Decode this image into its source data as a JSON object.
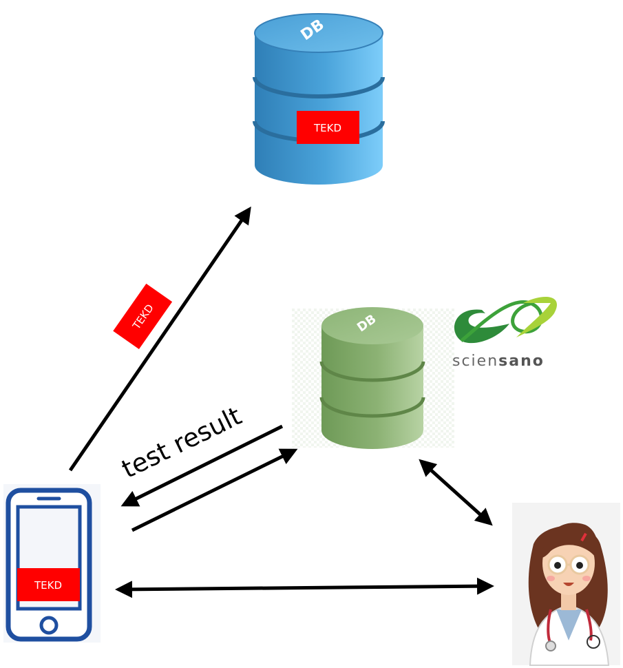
{
  "cloud_db": {
    "badge": "DB",
    "tag": "TEKD"
  },
  "sciensano_db": {
    "badge": "DB"
  },
  "sciensano_logo": {
    "text_light": "scien",
    "text_bold": "sano"
  },
  "phone": {
    "tag": "TEKD"
  },
  "arrows": {
    "upload_label": "TEKD",
    "result_label": "test result"
  },
  "colors": {
    "cloud_db": "#3f93cc",
    "sciensano_db": "#8fb07a",
    "tag_red": "#ff0000",
    "phone_blue": "#1f4fa0",
    "logo_green": "#2e8b3a",
    "logo_lime": "#a8d23a"
  }
}
